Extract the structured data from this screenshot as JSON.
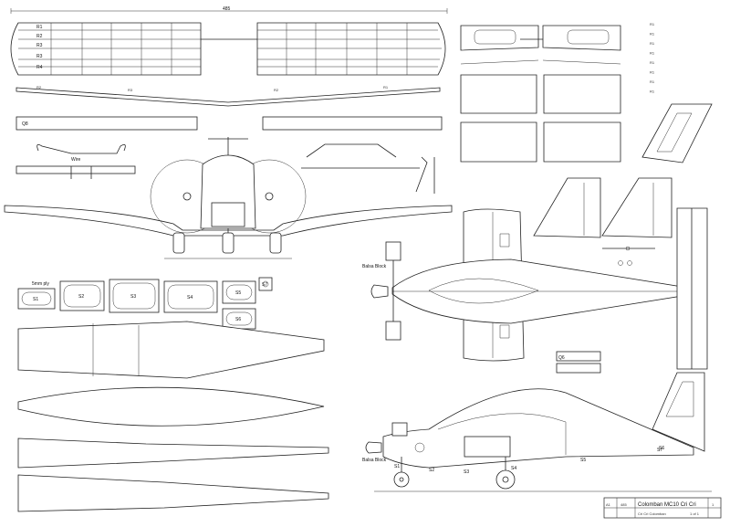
{
  "wing_plan": {
    "span_dimension": "485",
    "rib_labels": [
      "R1",
      "R2",
      "R3",
      "R3",
      "R4"
    ],
    "spar_labels": [
      "R2",
      "R3",
      "R2",
      "R1"
    ]
  },
  "misc_parts": {
    "part_q6": "Q6",
    "part_q8": "Q8",
    "wire_label": "Wire"
  },
  "small_ribs": [
    "R1",
    "R1",
    "R1",
    "R1",
    "R1",
    "R1",
    "R1",
    "R1"
  ],
  "fuselage_top": {
    "balsa_block_label": "Balsa Block"
  },
  "formers": {
    "left_label": "5mm ply",
    "former_labels": [
      "S1",
      "S2",
      "S3",
      "S4",
      "S5",
      "S6",
      "S7"
    ]
  },
  "fuselage_side": {
    "balsa_block_label": "Balsa Block",
    "station_labels": [
      "S1",
      "S2",
      "S3",
      "S4",
      "S5",
      "S6"
    ],
    "part_label": "S7"
  },
  "title_block": {
    "size": "A1",
    "scale": "485",
    "title": "Colomban MC10 Cri Cri",
    "sheet": "1",
    "sheet_of": "1 of 1",
    "drawn_by": "Cri Cri Colomban"
  },
  "colors": {
    "line": "#222222",
    "paper": "#ffffff"
  }
}
